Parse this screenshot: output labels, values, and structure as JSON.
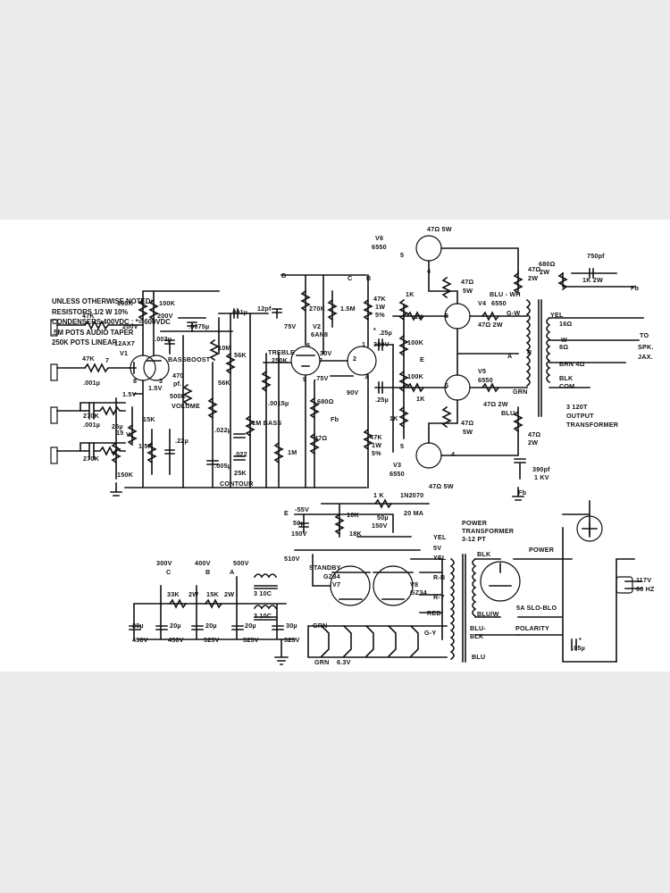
{
  "notes": [
    "UNLESS OTHERWISE NOTED:",
    "RESISTORS 1/2 W 10%",
    "CONDENSERS 400VDC ; *= 600VDC",
    ".5M POTS AUDIO TAPER",
    "250K POTS LINEAR"
  ],
  "labels": {
    "v1_type": "12AX7",
    "v1": "V1",
    "v2": "V2",
    "v2_type": "6AN8",
    "v3": "V3",
    "v3_type": "6550",
    "v4": "V4",
    "v4_type": "6550",
    "v5": "V5",
    "v5_type": "6550",
    "v6": "V6",
    "v6_type": "6550",
    "v7": "V7",
    "v8": "V8",
    "gz34_a": "GZ34",
    "gz34_b": "GZ34",
    "in_r1": "47K",
    "in_r2": "47K",
    "c_001a": ".001µ",
    "r_270k_a": "270K",
    "c_001b": ".001µ",
    "r_270k_b": "270K",
    "r_100k_a": "100K",
    "r_100k_b": "100K",
    "v_200_a": "200V",
    "v_200_b": "200V",
    "c_002": ".002µ",
    "c_0075": ".0075µ",
    "sw_bassboost": "BASSBOOST",
    "r_10m": "10M",
    "c_470pf": "470",
    "c_470pf_unit": "pf.",
    "pot_volume": "VOLUME",
    "r_500k": "500K",
    "v_1_5a": "1.5V",
    "v_1_5b": "1.5V",
    "c_25": "25µ",
    "c_25_v": "15",
    "c_25_v2": "V",
    "r_15k": "15K",
    "r_1_5k": "1.5K",
    "c_22": ".22µ",
    "r_150k": "150K",
    "c_001c": ".001µ",
    "r_56k_a": "56K",
    "r_56k_b": "56K",
    "c_022a": ".022µ",
    "c_022b": ".022",
    "c_005": ".005µ",
    "pot_25k": "25K",
    "pot_contour": "CONTOUR",
    "pot_bass": "1M BASS",
    "pot_treble": "TREBLE",
    "pot_treble_val": "250K",
    "c_12pf": "12pf",
    "r_270k_c": "270K",
    "r_1_5m": "1.5M",
    "v_75": "75V",
    "v_30": "30V",
    "v_75b": ".75V",
    "r_680": "680Ω",
    "c_0015": ".0015µ",
    "r_1m": "1M",
    "r_47ohm": "47Ω",
    "fb_a": "Fb",
    "bus_b1": "B",
    "bus_c": "C",
    "bus_b2": "B",
    "r_47k_1w_a": "47K",
    "r_47k_1w_a2": "1W",
    "r_47k_1w_a3": "5%",
    "v_320": "320V",
    "v_90": "90V",
    "c_25_a": ".25µ",
    "c_25_b": ".25µ",
    "c_25_star": "*",
    "r_47k_1w_b": "47K",
    "r_47k_1w_b2": "1W",
    "r_47k_1w_b3": "5%",
    "r_1k_a": "1K",
    "r_1k_b": "1K",
    "r_1k_c": "1K",
    "r_1k_d": "1K",
    "r_100k_c": "100K",
    "r_100k_d": "100K",
    "node_e": "E",
    "node_a": "A",
    "node_r": "R",
    "r_47_5w_a": "47Ω 5W",
    "r_47_5w_b": "47Ω",
    "r_47_5w_b2": "5W",
    "r_47_5w_c": "47Ω",
    "r_47_5w_c2": "5W",
    "r_47_5w_d": "47Ω 5W",
    "r_47_2w_a": "47Ω 2W",
    "r_47_2w_b": "47Ω 2W",
    "r_47_2w_c": "47Ω",
    "r_47_2w_c2": "2W",
    "r_47_2w_d": "47Ω",
    "r_47_2w_d2": "2W",
    "r_680_2w": "680Ω",
    "r_680_2w2": "2W",
    "wire_blu_wh": "BLU - WH",
    "wire_g_w": "G-W",
    "wire_grn": "GRN",
    "wire_blu": "BLU",
    "wire_yel": "YEL",
    "wire_w": "W",
    "wire_brn": "BRN 4Ω",
    "wire_blk": "BLK",
    "wire_com": "COM",
    "tap_16": "16Ω",
    "tap_8": "8Ω",
    "c_750pf": "750pf",
    "r_1k_2w": "1K 2W",
    "fb_b": "Fb",
    "fb_c": "Fb",
    "out_to": "TO",
    "out_spk": "SPK.",
    "out_jax": "JAX.",
    "ot_1": "3 120T",
    "ot_2": "OUTPUT",
    "ot_3": "TRANSFORMER",
    "c_390": "390pf",
    "c_390b": "1 KV",
    "v_neg55": "-55V",
    "node_e2": "E",
    "c_50a": "50µ",
    "c_50a_v": "150V",
    "r_10k": "10K",
    "r_18k": "18K",
    "c_50b": "50µ",
    "c_50b_v": "150V",
    "r_1k_bias": "1 K",
    "d_in2070": "1N2070",
    "i_20ma": "20 MA",
    "v_510": "510V",
    "sw_standby": "STANDBY",
    "pt_yel": "YEL",
    "pt_5v": "5V",
    "pt_rb": "R-B",
    "pt_ry": "R-Y",
    "pt_red": "RED",
    "pt_gy": "G-Y",
    "pt_title1": "POWER",
    "pt_title2": "TRANSFORMER",
    "pt_title3": "3-12 PT",
    "pt_blk": "BLK",
    "pt_bluw": "BLU/W",
    "pt_blu_blk": "BLU-",
    "pt_blu_blk2": "BLK",
    "pt_blu": "BLU",
    "sw_power": "POWER",
    "fuse": "5A SLO-BLO",
    "sw_polarity": "POLARITY",
    "c_05": ".05µ",
    "c_05_star": "*",
    "mains1": "117V",
    "mains2": "60 HZ",
    "v_300": "300V",
    "v_400": "400V",
    "v_500": "500V",
    "bus_c2": "C",
    "bus_b3": "B",
    "bus_a2": "A",
    "r_33k": "33K",
    "r_2w_a": "2W",
    "r_15k_2w": "15K",
    "r_2w_b": "2W",
    "choke_a": "3 10C",
    "choke_b": "3 10C",
    "c_20a": "20µ",
    "c_20b": "20µ",
    "c_20c": "20µ",
    "c_20d": "20µ",
    "c_30": "30µ",
    "cv_450a": "450V",
    "cv_450b": "450V",
    "cv_525a": "525V",
    "cv_525b": "525V",
    "cv_525c": "525V",
    "heater_grn_a": "GRN",
    "heater_grn_b": "GRN",
    "heater_63": "6.3V",
    "pin_1": "1",
    "pin_2": "2",
    "pin_3": "3",
    "pin_6": "6",
    "pin_7": "7",
    "pin_8": "8",
    "pin_9": "9",
    "pin_4": "4",
    "pin_5": "5"
  }
}
